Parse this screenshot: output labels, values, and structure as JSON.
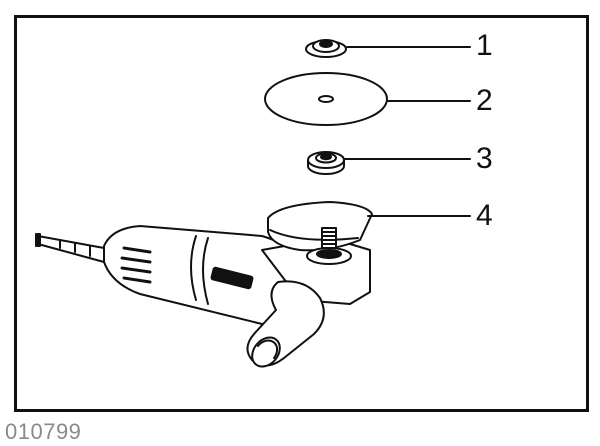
{
  "callouts": [
    {
      "number": "1",
      "part": "inner-flange"
    },
    {
      "number": "2",
      "part": "wheel"
    },
    {
      "number": "3",
      "part": "lock-nut"
    },
    {
      "number": "4",
      "part": "wheel-guard"
    }
  ],
  "figure_code": "010799",
  "colors": {
    "line": "#111111",
    "background": "#ffffff",
    "code": "#8a8a8a"
  }
}
